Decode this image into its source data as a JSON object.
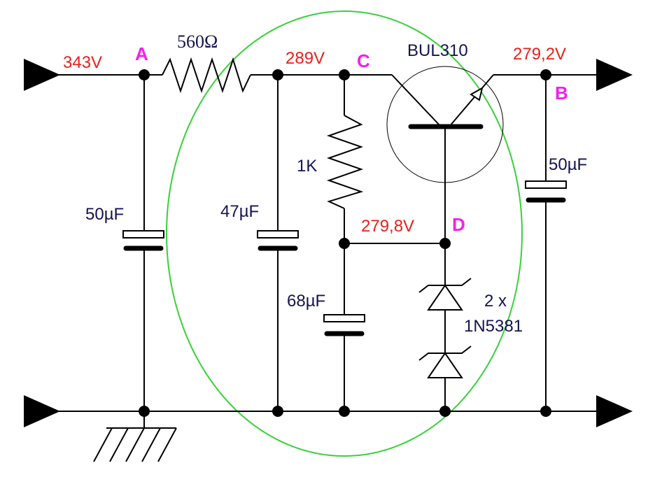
{
  "voltages": {
    "input": "343V",
    "node_c": "289V",
    "output": "279,2V",
    "node_d": "279,8V"
  },
  "nodes": {
    "a": "A",
    "b": "B",
    "c": "C",
    "d": "D"
  },
  "components": {
    "series_resistor": "560Ω",
    "transistor": "BUL310",
    "bias_resistor": "1K",
    "cap_input": "50µF",
    "cap_c": "47µF",
    "cap_d": "68µF",
    "cap_output": "50µF",
    "zener_count": "2 x",
    "zener_part": "1N5381"
  },
  "colors": {
    "voltage_label": "#e8201a",
    "node_label": "#f020f0",
    "component_label": "#141450",
    "highlight_ellipse": "#39d13a"
  }
}
